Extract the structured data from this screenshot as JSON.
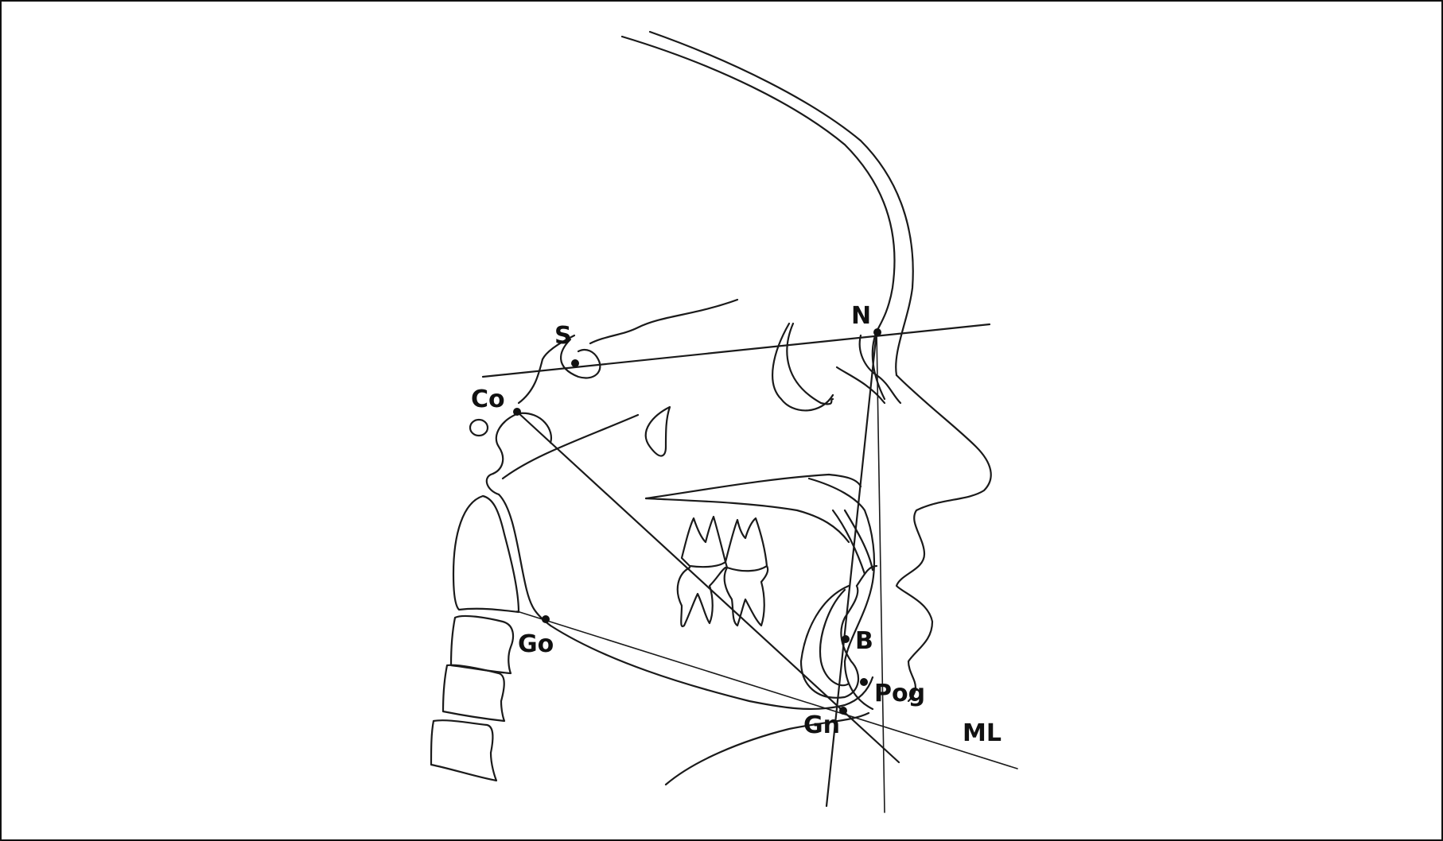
{
  "landmarks": {
    "S": "S",
    "N": "N",
    "Co": "Co",
    "Go": "Go",
    "B": "B",
    "Pog": "Pog",
    "Gn": "Gn"
  },
  "lines": {
    "ML": "ML"
  },
  "colors": {
    "ink": "#111111",
    "background": "#ffffff"
  }
}
